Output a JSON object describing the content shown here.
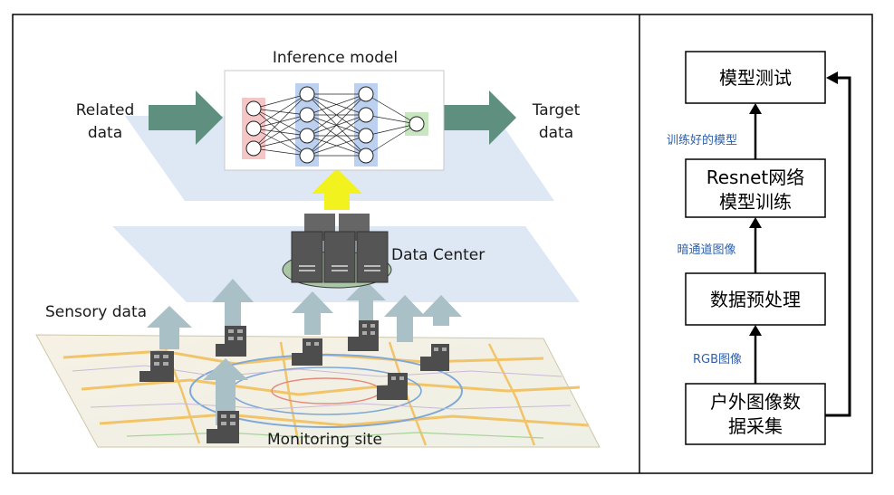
{
  "left_panel": {
    "inference_model_title": "Inference model",
    "related_data_line1": "Related",
    "related_data_line2": "data",
    "target_data_line1": "Target",
    "target_data_line2": "data",
    "data_center_label": "Data Center",
    "sensory_data_label": "Sensory data",
    "monitoring_site_label": "Monitoring site"
  },
  "flowchart": {
    "boxes": [
      {
        "lines": [
          "模型测试"
        ]
      },
      {
        "lines": [
          "Resnet网络",
          "模型训练"
        ]
      },
      {
        "lines": [
          "数据预处理"
        ]
      },
      {
        "lines": [
          "户外图像数",
          "据采集"
        ]
      }
    ],
    "edge_labels": [
      "训练好的模型",
      "暗通道图像",
      "RGB图像"
    ]
  },
  "colors": {
    "layer_fill": "#dbe5f3",
    "arrow_green": "#5f8f7f",
    "arrow_pale": "#a8c0c6",
    "yellow_arrow": "#f2f21e",
    "input_layer": "#f5c6c6",
    "hidden_layer": "#bcd1ef",
    "output_layer": "#c8e6c0",
    "server": "#555555"
  }
}
